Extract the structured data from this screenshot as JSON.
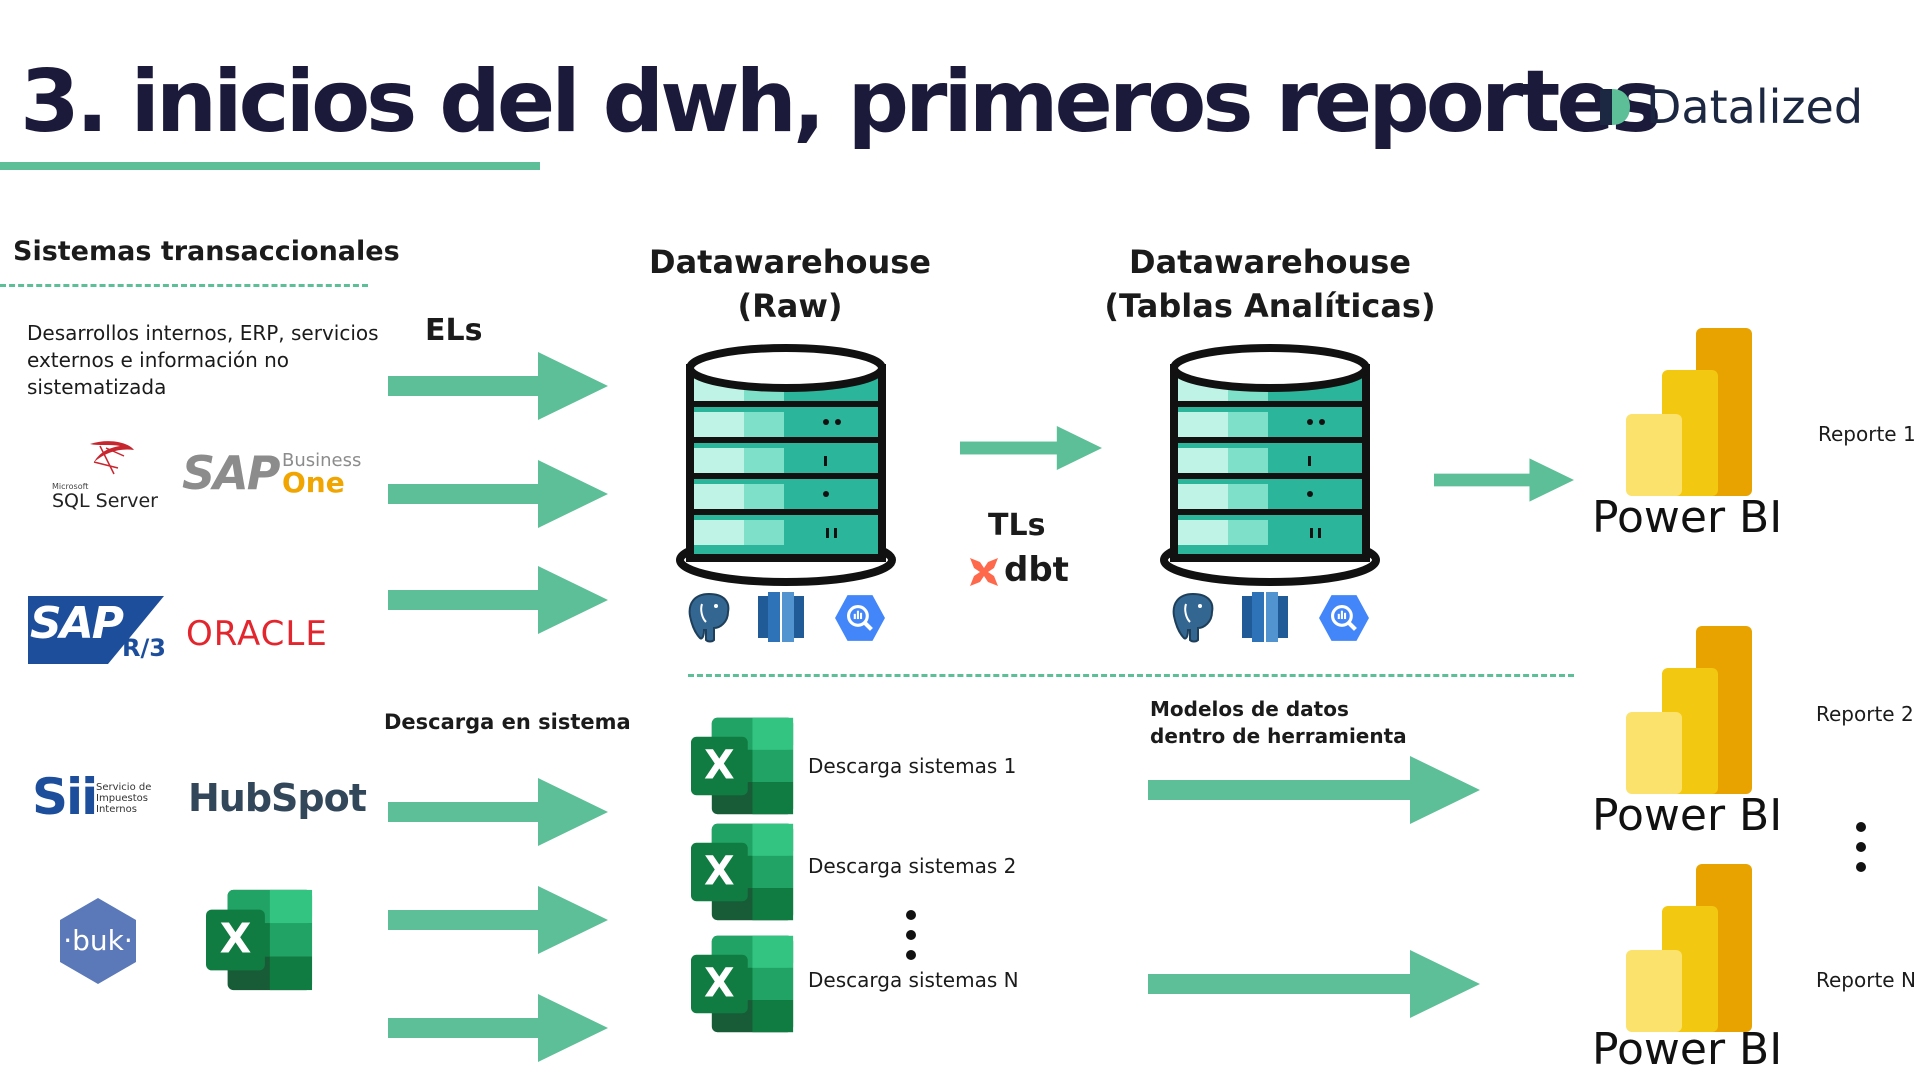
{
  "header": {
    "title": "3. inicios del dwh, primeros reportes",
    "brand": "Datalized"
  },
  "sources": {
    "heading": "Sistemas transaccionales",
    "description": "Desarrollos internos, ERP, servicios externos e información no sistematizada",
    "logos": {
      "sqlserver_small": "Microsoft",
      "sqlserver": "SQL Server",
      "sap_b1_main": "SAP",
      "sap_b1_business": "Business",
      "sap_b1_one": "One",
      "sap_r3_main": "SAP",
      "sap_r3_sub": "R/3",
      "oracle": "ORACLE",
      "sii_main": "Sii",
      "sii_sub": "Servicio de Impuestos Internos",
      "hubspot": "HubSpot",
      "buk": "·buk·"
    }
  },
  "flows": {
    "els_label": "ELs",
    "tls_label": "TLs",
    "dbt_label": "dbt",
    "descarga_label": "Descarga en sistema",
    "modelos_label_1": "Modelos de datos",
    "modelos_label_2": "dentro de herramienta"
  },
  "dwh_raw": {
    "line1": "Datawarehouse",
    "line2": "(Raw)"
  },
  "dwh_analytics": {
    "line1": "Datawarehouse",
    "line2": "(Tablas Analíticas)"
  },
  "downloads": [
    {
      "label": "Descarga sistemas 1"
    },
    {
      "label": "Descarga sistemas 2"
    },
    {
      "label": "Descarga sistemas N"
    }
  ],
  "reports": [
    {
      "product": "Power BI",
      "label": "Reporte 1"
    },
    {
      "product": "Power BI",
      "label": "Reporte 2"
    },
    {
      "product": "Power BI",
      "label": "Reporte N"
    }
  ],
  "colors": {
    "accent": "#5cbf97",
    "title": "#1c1a3a",
    "db_teal": "#2bb59a",
    "db_light": "#a7ecdc",
    "excel_green": "#1e7145",
    "pbi_yellow": "#f2c811",
    "oracle_red": "#e3262d",
    "sap_blue": "#1d4e9b",
    "hubspot": "#33475b",
    "buk": "#5b78b9"
  },
  "icons": [
    "datalized-logo-icon",
    "database-icon",
    "postgresql-icon",
    "redshift-icon",
    "bigquery-icon",
    "dbt-icon",
    "excel-icon",
    "powerbi-icon"
  ]
}
